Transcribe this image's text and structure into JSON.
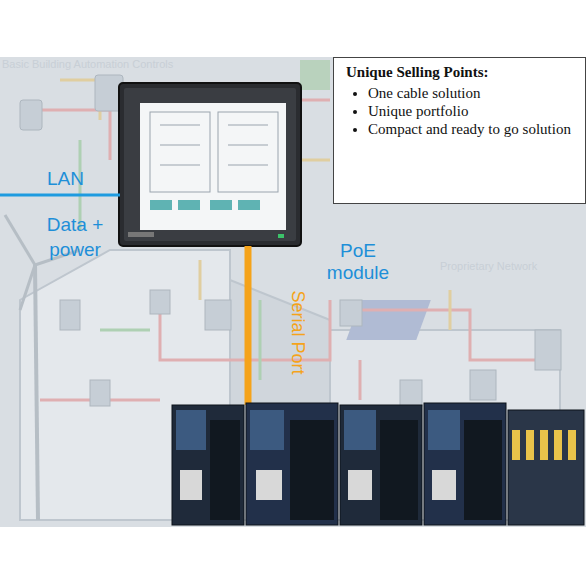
{
  "diagram": {
    "nodes": [
      {
        "text": [
          "Unique Selling Points:",
          "One cable solution",
          "Unique portfolio",
          "Compact and ready to go solution"
        ]
      }
    ],
    "labels": [
      "LAN",
      "Data + power",
      "PoE module",
      "Serial Port",
      "Basic Building Automation Controls",
      "Proprietary Network"
    ]
  }
}
